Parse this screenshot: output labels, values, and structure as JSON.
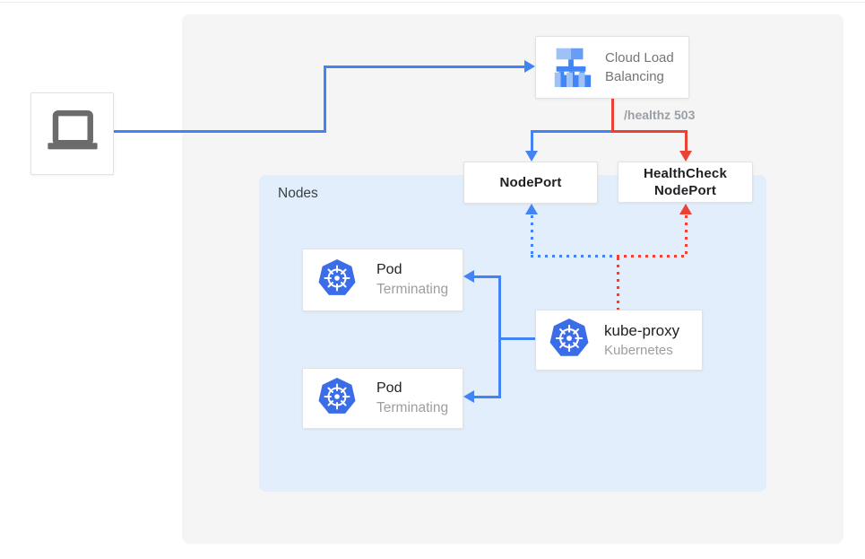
{
  "client": {
    "icon": "laptop-icon"
  },
  "cloud_load_balancing": {
    "label": "Cloud Load Balancing",
    "icon": "load-balancer-icon"
  },
  "healthz_badge": "/healthz 503",
  "nodes_group": {
    "label": "Nodes"
  },
  "node_port": {
    "label": "NodePort"
  },
  "health_check_node_port": {
    "label": "HealthCheck NodePort"
  },
  "pods": [
    {
      "title": "Pod",
      "status": "Terminating",
      "icon": "kubernetes-icon"
    },
    {
      "title": "Pod",
      "status": "Terminating",
      "icon": "kubernetes-icon"
    }
  ],
  "kube_proxy": {
    "title": "kube-proxy",
    "subtitle": "Kubernetes",
    "icon": "kubernetes-icon"
  },
  "colors": {
    "edge_blue": "#4284f4",
    "edge_red": "#ea4335",
    "nodes_panel_bg": "#e2eefb",
    "outer_panel_bg": "#f5f5f5",
    "kubernetes_blue": "#3c6de8",
    "text_dark": "#202124",
    "text_gray": "#9e9e9e"
  }
}
